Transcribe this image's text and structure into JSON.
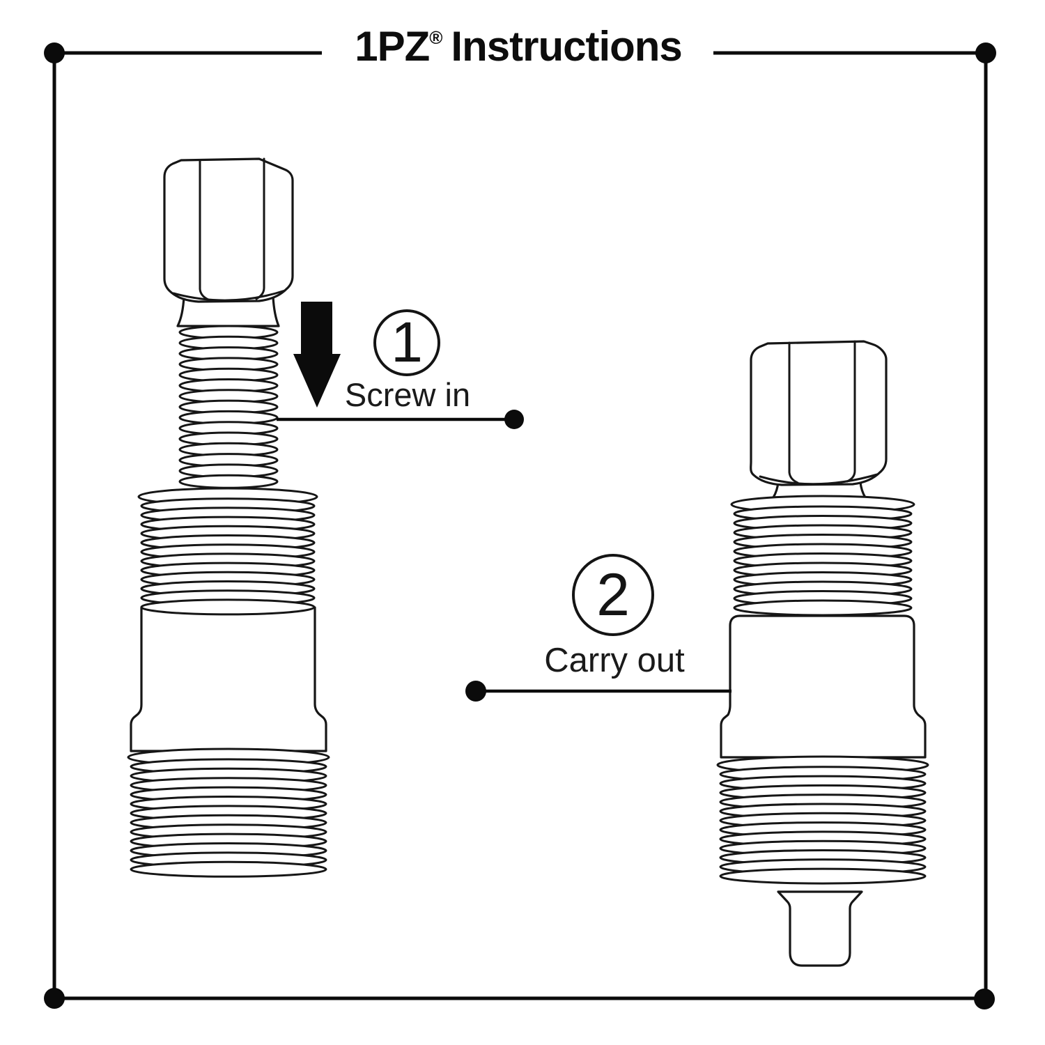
{
  "title": {
    "brand": "1PZ",
    "registered": "®",
    "text": "Instructions"
  },
  "steps": [
    {
      "number": "1",
      "label": "Screw in"
    },
    {
      "number": "2",
      "label": "Carry out"
    }
  ],
  "colors": {
    "ink": "#141414",
    "frame": "#0b0b0b",
    "background": "#ffffff"
  },
  "icons": {
    "arrow": "down-arrow-icon",
    "step1_connector": "leader-dot",
    "step2_connector": "leader-dot"
  }
}
